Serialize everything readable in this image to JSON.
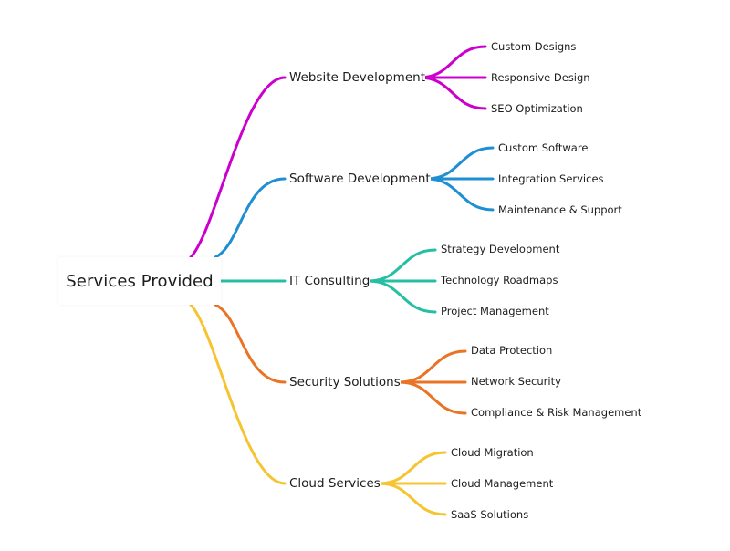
{
  "root": {
    "label": "Services Provided"
  },
  "branches": [
    {
      "label": "Website Development",
      "color": "#cc00cc",
      "children": [
        "Custom Designs",
        "Responsive Design",
        "SEO Optimization"
      ]
    },
    {
      "label": "Software Development",
      "color": "#1f8fd4",
      "children": [
        "Custom Software",
        "Integration Services",
        "Maintenance & Support"
      ]
    },
    {
      "label": "IT Consulting",
      "color": "#26bfa3",
      "children": [
        "Strategy Development",
        "Technology Roadmaps",
        "Project Management"
      ]
    },
    {
      "label": "Security Solutions",
      "color": "#ea7324",
      "children": [
        "Data Protection",
        "Network Security",
        "Compliance & Risk Management"
      ]
    },
    {
      "label": "Cloud Services",
      "color": "#f6c431",
      "children": [
        "Cloud Migration",
        "Cloud Management",
        "SaaS Solutions"
      ]
    }
  ]
}
